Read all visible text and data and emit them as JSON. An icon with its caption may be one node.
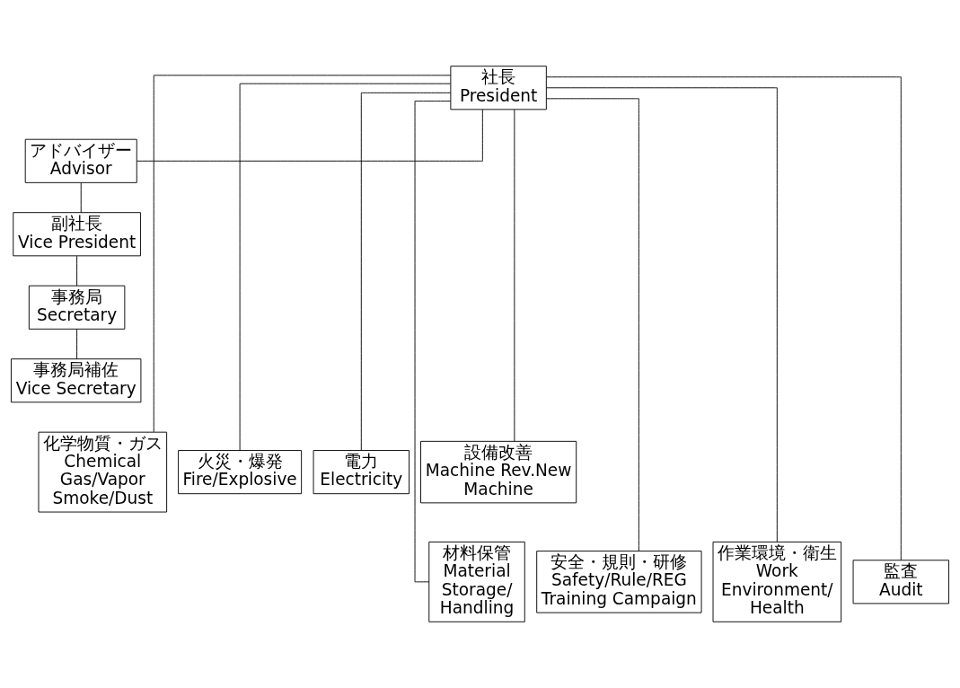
{
  "diagram": {
    "nodes": [
      {
        "text": [
          "社長",
          "President"
        ]
      },
      {
        "text": [
          "アドバイザー",
          "Advisor"
        ]
      },
      {
        "text": [
          "副社長",
          "Vice President"
        ]
      },
      {
        "text": [
          "事務局",
          "Secretary"
        ]
      },
      {
        "text": [
          "事務局補佐",
          "Vice Secretary"
        ]
      },
      {
        "text": [
          "化学物質・ガス",
          "Chemical Gas/Vapor Smoke/Dust"
        ]
      },
      {
        "text": [
          "火災・爆発",
          "Fire/Explosive"
        ]
      },
      {
        "text": [
          "電力",
          "Electricity"
        ]
      },
      {
        "text": [
          "設備改善",
          "Machine Rev.New Machine"
        ]
      },
      {
        "text": [
          "材料保管",
          "Material Storage/ Handling"
        ]
      },
      {
        "text": [
          "安全・規則・研修",
          "Safety/Rule/REG Training Campaign"
        ]
      },
      {
        "text": [
          "作業環境・衛生",
          "Work Environment/ Health"
        ]
      },
      {
        "text": [
          "監査",
          "Audit"
        ]
      }
    ],
    "edges": [
      {
        "from": 0,
        "to": 1,
        "arrow": "none"
      },
      {
        "from": 1,
        "to": 2,
        "arrow": "none"
      },
      {
        "from": 2,
        "to": 3,
        "arrow": "none"
      },
      {
        "from": 3,
        "to": 4,
        "arrow": "none"
      },
      {
        "from": 0,
        "to": 5,
        "arrow": "none"
      },
      {
        "from": 0,
        "to": 6,
        "arrow": "none"
      },
      {
        "from": 0,
        "to": 7,
        "arrow": "none"
      },
      {
        "from": 0,
        "to": 8,
        "arrow": "none"
      },
      {
        "from": 0,
        "to": 9,
        "arrow": "none"
      },
      {
        "from": 0,
        "to": 10,
        "arrow": "none"
      },
      {
        "from": 0,
        "to": 11,
        "arrow": "none"
      },
      {
        "from": 0,
        "to": 12,
        "arrow": "none"
      }
    ]
  }
}
